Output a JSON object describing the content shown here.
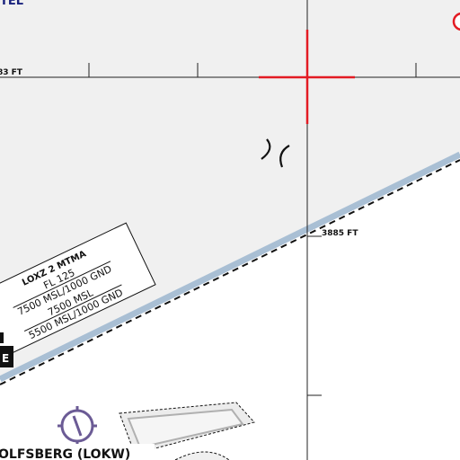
{
  "map": {
    "top_label_fragment": "TEL",
    "upper_grid_altitude": "83 FT",
    "meridian_altitude": "3885 FT",
    "airspace_box": {
      "name": "LOXZ 2 MTMA",
      "upper_limit": "FL 125",
      "lower_limit_1": "7500 MSL/1000 GND",
      "upper_limit_2": "7500 MSL",
      "lower_limit_2": "5500 MSL/1000 GND"
    },
    "airport_label": "OLFSBERG (LOKW)",
    "colors": {
      "airspace_fill": "#f0f0f0",
      "boundary_band": "#a9bfd4",
      "crosshair": "#e31b23",
      "airport_symbol": "#6b5b95",
      "label_navy": "#1a237e"
    }
  }
}
